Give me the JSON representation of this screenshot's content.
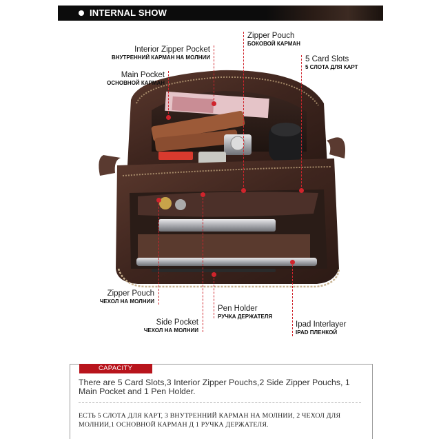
{
  "header": {
    "title": "INTERNAL SHOW"
  },
  "labels": {
    "interior_zipper_pocket": {
      "en": "Interior Zipper Pocket",
      "ru": "ВНУТРЕННИЙ КАРМАН НА МОЛНИИ"
    },
    "main_pocket": {
      "en": "Main Pocket",
      "ru": "ОСНОВНОЙ КАРМАН"
    },
    "zipper_pouch_top": {
      "en": "Zipper Pouch",
      "ru": "БОКОВОЙ КАРМАН"
    },
    "card_slots": {
      "en": "5 Card Slots",
      "ru": "5 СЛОТА ДЛЯ КАРТ"
    },
    "zipper_pouch_bottom": {
      "en": "Zipper Pouch",
      "ru": "ЧЕХОЛ НА МОЛНИИ"
    },
    "side_pocket": {
      "en": "Side Pocket",
      "ru": "ЧЕХОЛ НА МОЛНИИ"
    },
    "pen_holder": {
      "en": "Pen Holder",
      "ru": "РУЧКА ДЕРЖАТЕЛЯ"
    },
    "ipad_interlayer": {
      "en": "Ipad Interlayer",
      "ru": "IPAD ПЛЕНКОЙ"
    }
  },
  "capacity": {
    "tag": "CAPACITY",
    "en": "There are 5 Card Slots,3 Interior Zipper Pouchs,2 Side Zipper Pouchs, 1 Main Pocket and 1 Pen Holder.",
    "ru": "ЕСТЬ 5 СЛОТА ДЛЯ КАРТ, 3 ВНУТРЕННИЙ КАРМАН НА МОЛНИИ, 2 ЧЕХОЛ ДЛЯ МОЛНИИ,1 ОСНОВНОЙ КАРМАН Д 1 РУЧКА ДЕРЖАТЕЛЯ."
  },
  "colors": {
    "accent": "#d0242c",
    "leather": "#4a2e26",
    "header_bg": "#0c0c0c",
    "tag_bg": "#b8141c"
  }
}
